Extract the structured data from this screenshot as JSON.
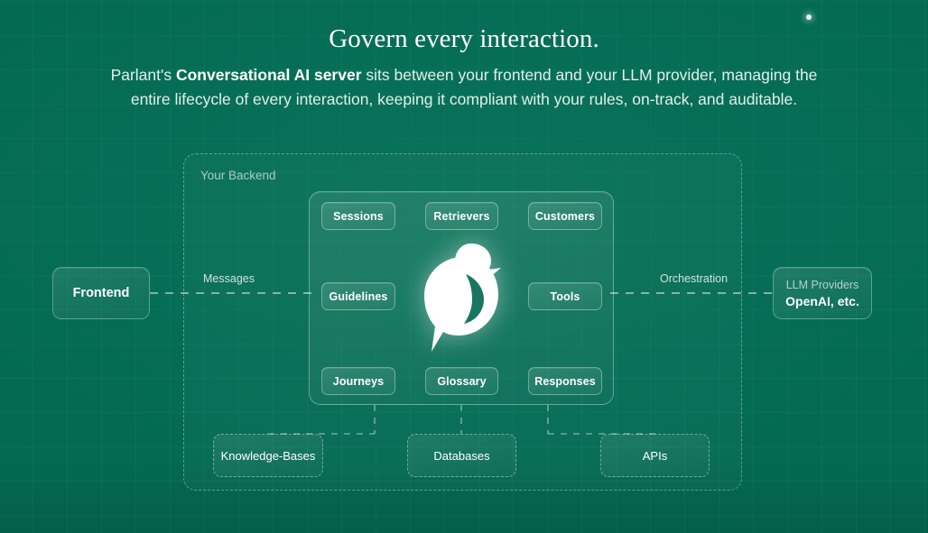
{
  "page": {
    "background_color": "#046a52",
    "accent_color": "#ffffff"
  },
  "header": {
    "headline": "Govern every interaction.",
    "subtitle_part1": "Parlant's ",
    "subtitle_bold": "Conversational AI server",
    "subtitle_part2": " sits between your frontend and your LLM provider, managing the entire lifecycle of every interaction, keeping it compliant with your rules, on-track, and auditable."
  },
  "diagram": {
    "frontend": {
      "label": "Frontend"
    },
    "llm_providers": {
      "title": "LLM Providers",
      "subtitle": "OpenAI, etc."
    },
    "backend": {
      "label": "Your Backend"
    },
    "edges": {
      "messages": "Messages",
      "orchestration": "Orchestration"
    },
    "server": {
      "logo_name": "parlant-parrot-logo",
      "chips": [
        {
          "id": "sessions",
          "label": "Sessions"
        },
        {
          "id": "retrievers",
          "label": "Retrievers"
        },
        {
          "id": "customers",
          "label": "Customers"
        },
        {
          "id": "guidelines",
          "label": "Guidelines"
        },
        {
          "id": "tools",
          "label": "Tools"
        },
        {
          "id": "journeys",
          "label": "Journeys"
        },
        {
          "id": "glossary",
          "label": "Glossary"
        },
        {
          "id": "responses",
          "label": "Responses"
        }
      ]
    },
    "data_sources": [
      {
        "id": "knowledge-bases",
        "label": "Knowledge-Bases"
      },
      {
        "id": "databases",
        "label": "Databases"
      },
      {
        "id": "apis",
        "label": "APIs"
      }
    ]
  }
}
